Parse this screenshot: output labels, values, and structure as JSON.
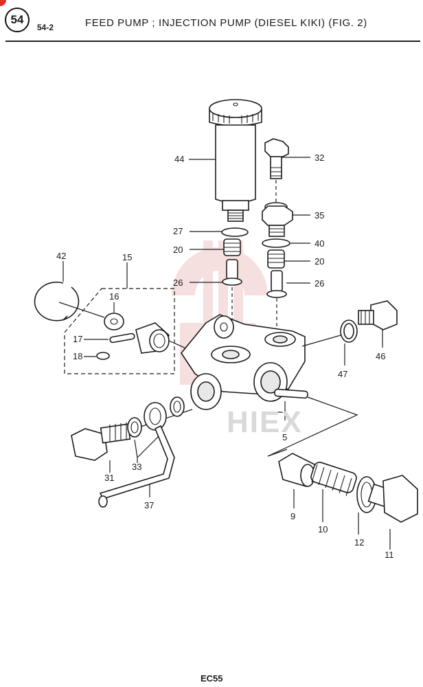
{
  "header": {
    "badge": "54",
    "page_code": "54-2",
    "title": "FEED PUMP ; INJECTION PUMP (DIESEL KIKI) (FIG. 2)"
  },
  "watermark": "HIEX",
  "footer": {
    "code": "EC55"
  },
  "callouts": {
    "p44": "44",
    "p32": "32",
    "p27": "27",
    "p35": "35",
    "p20a": "20",
    "p40": "40",
    "p20b": "20",
    "p26a": "26",
    "p26b": "26",
    "p42": "42",
    "p15": "15",
    "p16": "16",
    "p17": "17",
    "p18": "18",
    "p46": "46",
    "p47": "47",
    "p5": "5",
    "p31": "31",
    "p33": "33",
    "p37": "37",
    "p9": "9",
    "p10": "10",
    "p12": "12",
    "p11": "11"
  },
  "colors": {
    "ink": "#1a1a1a",
    "watermark": "#e8a6a6",
    "accent": "#e0302a"
  }
}
